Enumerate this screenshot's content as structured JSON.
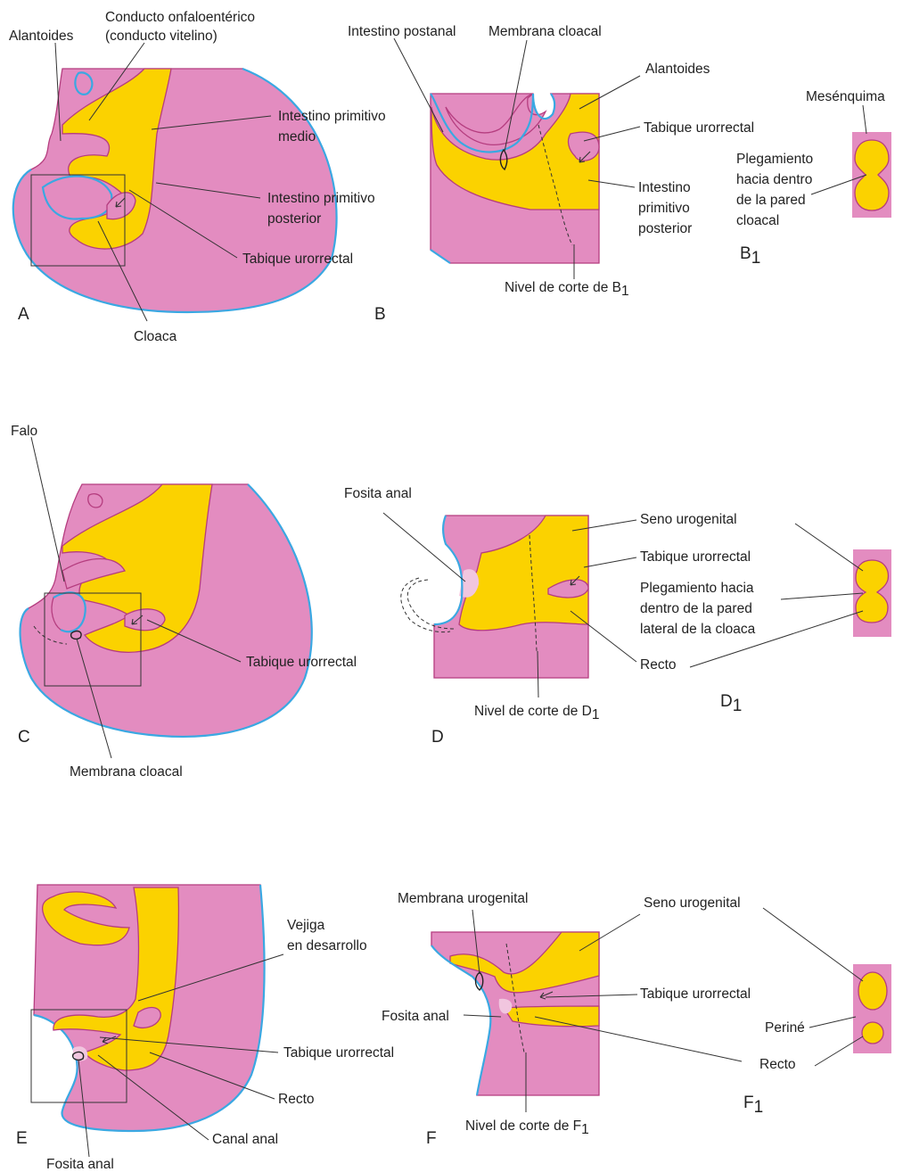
{
  "panels": {
    "A": "A",
    "B": "B",
    "B1_main": "B",
    "B1_sub": "1",
    "C": "C",
    "D": "D",
    "D1_main": "D",
    "D1_sub": "1",
    "E": "E",
    "F": "F",
    "F1_main": "F",
    "F1_sub": "1"
  },
  "labels": {
    "alantoides_a": "Alantoides",
    "conducto_1": "Conducto onfaloentérico",
    "conducto_2": "(conducto vitelino)",
    "intestino_medio_1": "Intestino primitivo",
    "intestino_medio_2": "medio",
    "intestino_post_a1": "Intestino primitivo",
    "intestino_post_a2": "posterior",
    "tabique_a": "Tabique urorrectal",
    "cloaca": "Cloaca",
    "intestino_postanal": "Intestino postanal",
    "membrana_cloacal_b": "Membrana cloacal",
    "alantoides_b": "Alantoides",
    "tabique_b": "Tabique urorrectal",
    "intestino_post_b1": "Intestino",
    "intestino_post_b2": "primitivo",
    "intestino_post_b3": "posterior",
    "nivel_b_main": "Nivel de corte de B",
    "nivel_b_sub": "1",
    "mesenquima": "Mesénquima",
    "pleg_b1_1": "Plegamiento",
    "pleg_b1_2": "hacia dentro",
    "pleg_b1_3": "de la pared",
    "pleg_b1_4": "cloacal",
    "falo": "Falo",
    "tabique_c": "Tabique urorrectal",
    "membrana_cloacal_c": "Membrana cloacal",
    "fosita_anal_d": "Fosita anal",
    "seno_d": "Seno urogenital",
    "tabique_d": "Tabique urorrectal",
    "pleg_d1": "Plegamiento hacia",
    "pleg_d2": "dentro de la pared",
    "pleg_d3": "lateral de la cloaca",
    "recto_d": "Recto",
    "nivel_d_main": "Nivel de corte de D",
    "nivel_d_sub": "1",
    "vejiga_1": "Vejiga",
    "vejiga_2": "en desarrollo",
    "tabique_e": "Tabique urorrectal",
    "recto_e": "Recto",
    "canal_anal": "Canal anal",
    "fosita_anal_e": "Fosita anal",
    "membrana_urogenital": "Membrana urogenital",
    "seno_f": "Seno urogenital",
    "tabique_f": "Tabique urorrectal",
    "fosita_anal_f": "Fosita anal",
    "perine": "Periné",
    "recto_f": "Recto",
    "nivel_f_main": "Nivel de corte de F",
    "nivel_f_sub": "1"
  },
  "colors": {
    "mesenchyme": "#e38cc0",
    "endoderm": "#fbd200",
    "ectoderm": "#3aa8e2",
    "outline": "#b53d7f"
  }
}
